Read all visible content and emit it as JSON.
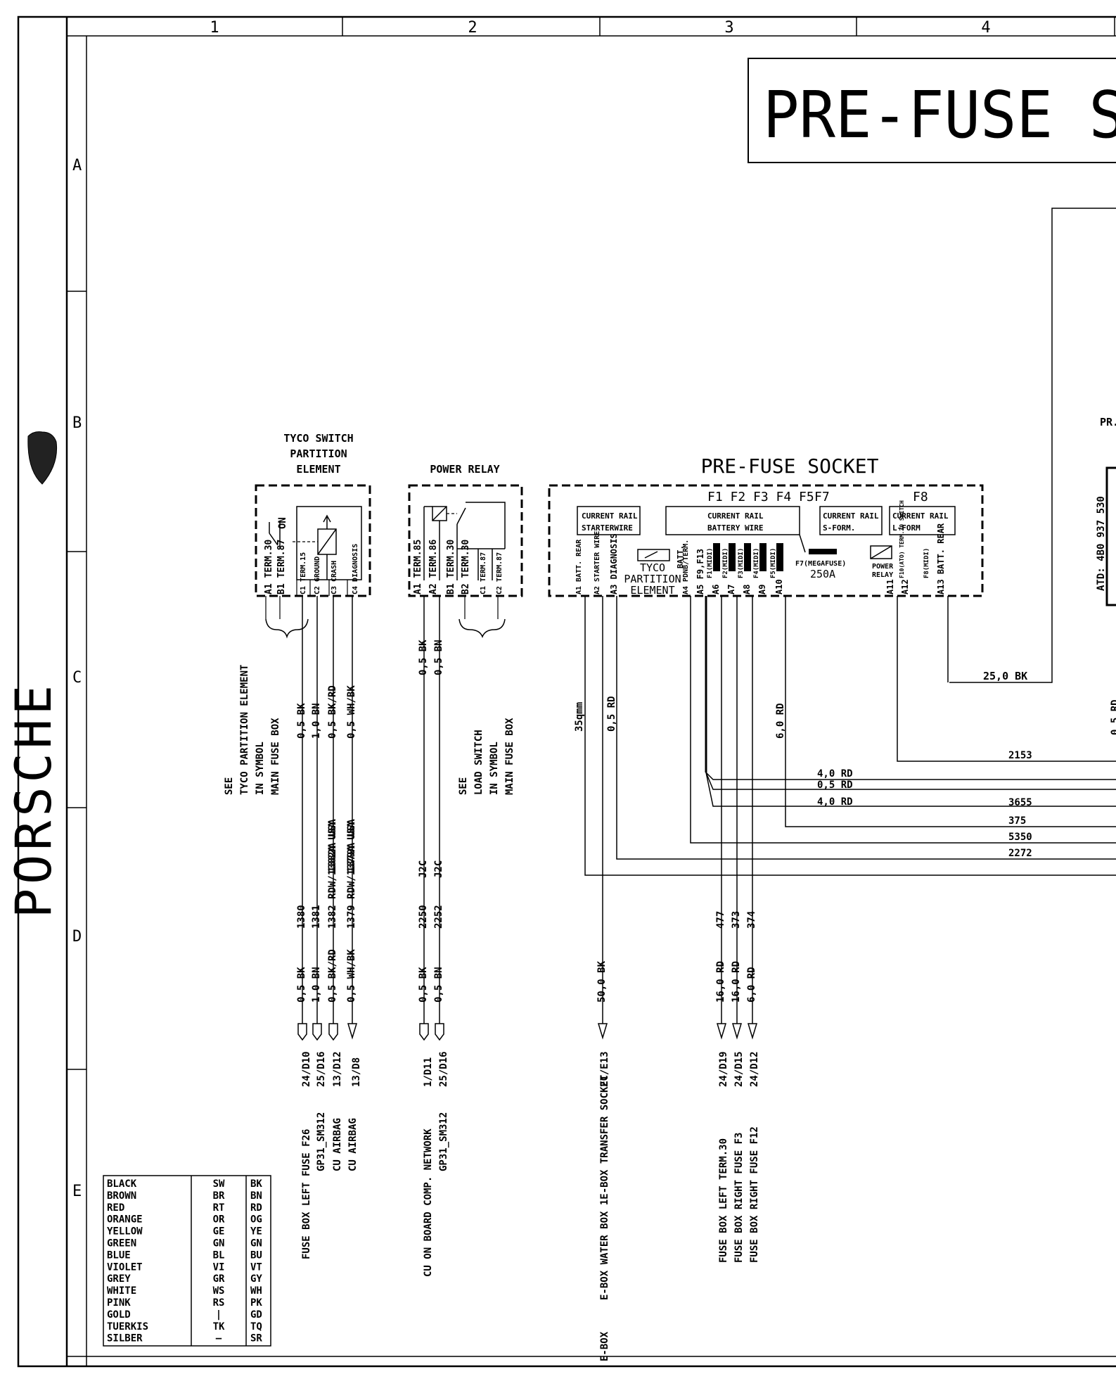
{
  "grid": {
    "columns": [
      "1",
      "2",
      "3",
      "4"
    ],
    "rows": [
      "A",
      "B",
      "C",
      "D",
      "E"
    ]
  },
  "title": {
    "text": "PRE-FUSE S"
  },
  "brand": {
    "logo_text": "PORSCHE"
  },
  "edge_labels": {
    "pr": "PR.",
    "atd": "ATD: 4B0 937 530",
    "wire_25bk": "25,0 BK",
    "right_cut": "0,5 RD"
  },
  "tyco_switch": {
    "title_lines": [
      "TYCO SWITCH",
      "PARTITION",
      "ELEMENT"
    ],
    "on_label": "ON",
    "pins": [
      "A1 TERM.30",
      "B1 TERM.87",
      "C1 TERM.15",
      "C2 GROUND",
      "C3 CRASH",
      "C4 DIAGNOSIS"
    ],
    "see_note": [
      "SEE",
      "TYCO PARTITION ELEMENT",
      "IN SYMBOL",
      "MAIN FUSE BOX"
    ],
    "wire_top": [
      "0,5 BK",
      "1,0 BN",
      "0,5 BK/RD",
      "0,5 WH/BK"
    ],
    "wire_usa": [
      "",
      "",
      "1382A USA",
      "1379A USA"
    ],
    "wire_ids": [
      "1380",
      "1381",
      "1382 RDW/1382A USA",
      "1379 RDW/1379A USA"
    ],
    "wire_bottom": [
      "0,5 BK",
      "1,0 BN",
      "0,5 BK/RD",
      "0,5 WH/BK"
    ],
    "refs": [
      "24/D10",
      "25/D16",
      "13/D12",
      "13/D8"
    ],
    "destinations": [
      "FUSE BOX LEFT FUSE F26",
      "GP31_SM312",
      "CU AIRBAG",
      "CU AIRBAG"
    ]
  },
  "power_relay": {
    "title": "POWER RELAY",
    "pins": [
      "A1 TERM.85",
      "A2 TERM.86",
      "B1 TERM.30",
      "B2 TERM.30",
      "C1 TERM.87",
      "C2 TERM.87"
    ],
    "see_note": [
      "SEE",
      "LOAD SWITCH",
      "IN SYMBOL",
      "MAIN FUSE BOX"
    ],
    "wire_top": [
      "0,5 BK",
      "0,5 BN"
    ],
    "splice": [
      "J2C",
      "J2C"
    ],
    "wire_ids": [
      "2250",
      "2252"
    ],
    "wire_bottom": [
      "0,5 BK",
      "0,5 BN"
    ],
    "refs": [
      "1/D11",
      "25/D16"
    ],
    "destinations": [
      "CU ON BOARD COMP. NETWORK",
      "GP31_SM312"
    ]
  },
  "pre_fuse_socket": {
    "title": "PRE-FUSE SOCKET",
    "fuse_header": "F1 F2 F3 F4 F5",
    "f7": "F7",
    "f8": "F8",
    "boxes": {
      "starter": [
        "CURRENT RAIL",
        "STARTERWIRE"
      ],
      "battery": [
        "CURRENT RAIL",
        "BATTERY WIRE"
      ],
      "sform": [
        "CURRENT RAIL",
        "S-FORM."
      ],
      "lform": [
        "CURRENT RAIL",
        "L-FORM"
      ]
    },
    "tyco_inner": [
      "TYCO",
      "PARTITION",
      "ELEMENT"
    ],
    "batt_label": "BATT.",
    "megafuse": "F7(MEGAFUSE)",
    "megafuse_rating": "250A",
    "relay_inner": [
      "POWER",
      "RELAY"
    ],
    "fuse_tags": [
      "F1(MIDI)",
      "F2(MIDI)",
      "F3(MIDI)",
      "F4(MIDI)",
      "F5(MIDI)"
    ],
    "a12_tag": "F10(ATO) TERM.30 SWITCH",
    "a13_tag": "F8(MIDI)",
    "pins": [
      "A1 BATT. REAR",
      "A2 STARTER WIRE",
      "A3 DIAGNOSIS",
      "A4 PDNB/TERM.",
      "A5 F9,F13",
      "A6",
      "A7",
      "A8",
      "A9",
      "A10",
      "A11",
      "A12",
      "A13 BATT. REAR"
    ],
    "wire_35": "35qmm",
    "wire_a3": "0,5 RD",
    "wire_a10": "6,0 RD",
    "mid_wires": [
      "4,0 RD",
      "0,5 RD",
      "4,0 RD"
    ],
    "right_ids": [
      "2153",
      "3655",
      "375",
      "5350",
      "2272"
    ],
    "e_box_wire": "50,0 BK",
    "e_box_ref": "2C/E13",
    "e_box_dest": "E-BOX WATER BOX 1E-BOX TRANSFER SOCKET",
    "e_box_cut": "E-BOX",
    "fuse_wire_ids": [
      "477",
      "373",
      "374"
    ],
    "fuse_wire_bottom": [
      "16,0 RD",
      "16,0 RD",
      "6,0 RD"
    ],
    "fuse_refs": [
      "24/D19",
      "24/D15",
      "24/D12"
    ],
    "fuse_destinations": [
      "FUSE BOX LEFT TERM.30",
      "FUSE BOX RIGHT FUSE F3",
      "FUSE BOX RIGHT FUSE F12"
    ]
  },
  "color_legend": [
    [
      "BLACK",
      "SW",
      "BK"
    ],
    [
      "BROWN",
      "BR",
      "BN"
    ],
    [
      "RED",
      "RT",
      "RD"
    ],
    [
      "ORANGE",
      "OR",
      "OG"
    ],
    [
      "YELLOW",
      "GE",
      "YE"
    ],
    [
      "GREEN",
      "GN",
      "GN"
    ],
    [
      "BLUE",
      "BL",
      "BU"
    ],
    [
      "VIOLET",
      "VI",
      "VT"
    ],
    [
      "GREY",
      "GR",
      "GY"
    ],
    [
      "WHITE",
      "WS",
      "WH"
    ],
    [
      "PINK",
      "RS",
      "PK"
    ],
    [
      "GOLD",
      "|",
      "GD"
    ],
    [
      "TUERKIS",
      "TK",
      "TQ"
    ],
    [
      "SILBER",
      "—",
      "SR"
    ]
  ]
}
